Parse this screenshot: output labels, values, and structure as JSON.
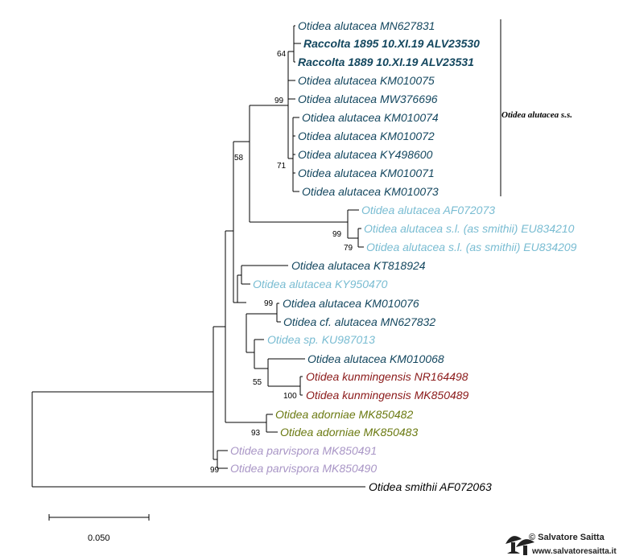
{
  "colors": {
    "dark_teal": "#14475f",
    "light_blue": "#79bcd2",
    "dark_red": "#8b1a1a",
    "olive": "#6b7a12",
    "lavender": "#a996c6",
    "black": "#000000"
  },
  "leaves": [
    {
      "id": "L1",
      "label": "Otidea alutacea MN627831",
      "color": "dark_teal",
      "bold": false
    },
    {
      "id": "L2",
      "label": "Raccolta 1895 10.XI.19 ALV23530",
      "color": "dark_teal",
      "bold": true
    },
    {
      "id": "L3",
      "label": "Raccolta 1889 10.XI.19 ALV23531",
      "color": "dark_teal",
      "bold": true
    },
    {
      "id": "L4",
      "label": "Otidea alutacea KM010075",
      "color": "dark_teal",
      "bold": false
    },
    {
      "id": "L5",
      "label": "Otidea alutacea MW376696",
      "color": "dark_teal",
      "bold": false
    },
    {
      "id": "L6",
      "label": "Otidea alutacea KM010074",
      "color": "dark_teal",
      "bold": false
    },
    {
      "id": "L7",
      "label": "Otidea alutacea KM010072",
      "color": "dark_teal",
      "bold": false
    },
    {
      "id": "L8",
      "label": "Otidea alutacea KY498600",
      "color": "dark_teal",
      "bold": false
    },
    {
      "id": "L9",
      "label": "Otidea alutacea KM010071",
      "color": "dark_teal",
      "bold": false
    },
    {
      "id": "L10",
      "label": "Otidea alutacea KM010073",
      "color": "dark_teal",
      "bold": false
    },
    {
      "id": "L11",
      "label": "Otidea alutacea AF072073",
      "color": "light_blue",
      "bold": false
    },
    {
      "id": "L12",
      "label": "Otidea alutacea s.l. (as smithii) EU834210",
      "color": "light_blue",
      "bold": false
    },
    {
      "id": "L13",
      "label": "Otidea alutacea s.l. (as smithii) EU834209",
      "color": "light_blue",
      "bold": false
    },
    {
      "id": "L14",
      "label": "Otidea alutacea KT818924",
      "color": "dark_teal",
      "bold": false
    },
    {
      "id": "L15",
      "label": "Otidea alutacea KY950470",
      "color": "light_blue",
      "bold": false
    },
    {
      "id": "L16",
      "label": "Otidea alutacea KM010076",
      "color": "dark_teal",
      "bold": false
    },
    {
      "id": "L17",
      "label": "Otidea cf. alutacea MN627832",
      "color": "dark_teal",
      "bold": false
    },
    {
      "id": "L18",
      "label": "Otidea sp. KU987013",
      "color": "light_blue",
      "bold": false
    },
    {
      "id": "L19",
      "label": "Otidea alutacea KM010068",
      "color": "dark_teal",
      "bold": false
    },
    {
      "id": "L20",
      "label": "Otidea kunmingensis NR164498",
      "color": "dark_red",
      "bold": false
    },
    {
      "id": "L21",
      "label": "Otidea kunmingensis MK850489",
      "color": "dark_red",
      "bold": false
    },
    {
      "id": "L22",
      "label": "Otidea adorniae MK850482",
      "color": "olive",
      "bold": false
    },
    {
      "id": "L23",
      "label": "Otidea adorniae MK850483",
      "color": "olive",
      "bold": false
    },
    {
      "id": "L24",
      "label": "Otidea parvispora MK850491",
      "color": "lavender",
      "bold": false
    },
    {
      "id": "L25",
      "label": "Otidea parvispora MK850490",
      "color": "lavender",
      "bold": false
    },
    {
      "id": "L26",
      "label": "Otidea smithii AF072063",
      "color": "black",
      "bold": false
    }
  ],
  "bootstrap": {
    "b64": "64",
    "b99a": "99",
    "b71": "71",
    "b58": "58",
    "b99b": "99",
    "b79": "79",
    "b99c": "99",
    "b55": "55",
    "b100": "100",
    "b93": "93",
    "b99d": "99"
  },
  "clade_label": "Otidea alutacea s.s.",
  "scale_bar": {
    "label": "0.050"
  },
  "watermark": {
    "name": "© Salvatore Saitta",
    "url": "www.salvatoresaitta.it"
  }
}
